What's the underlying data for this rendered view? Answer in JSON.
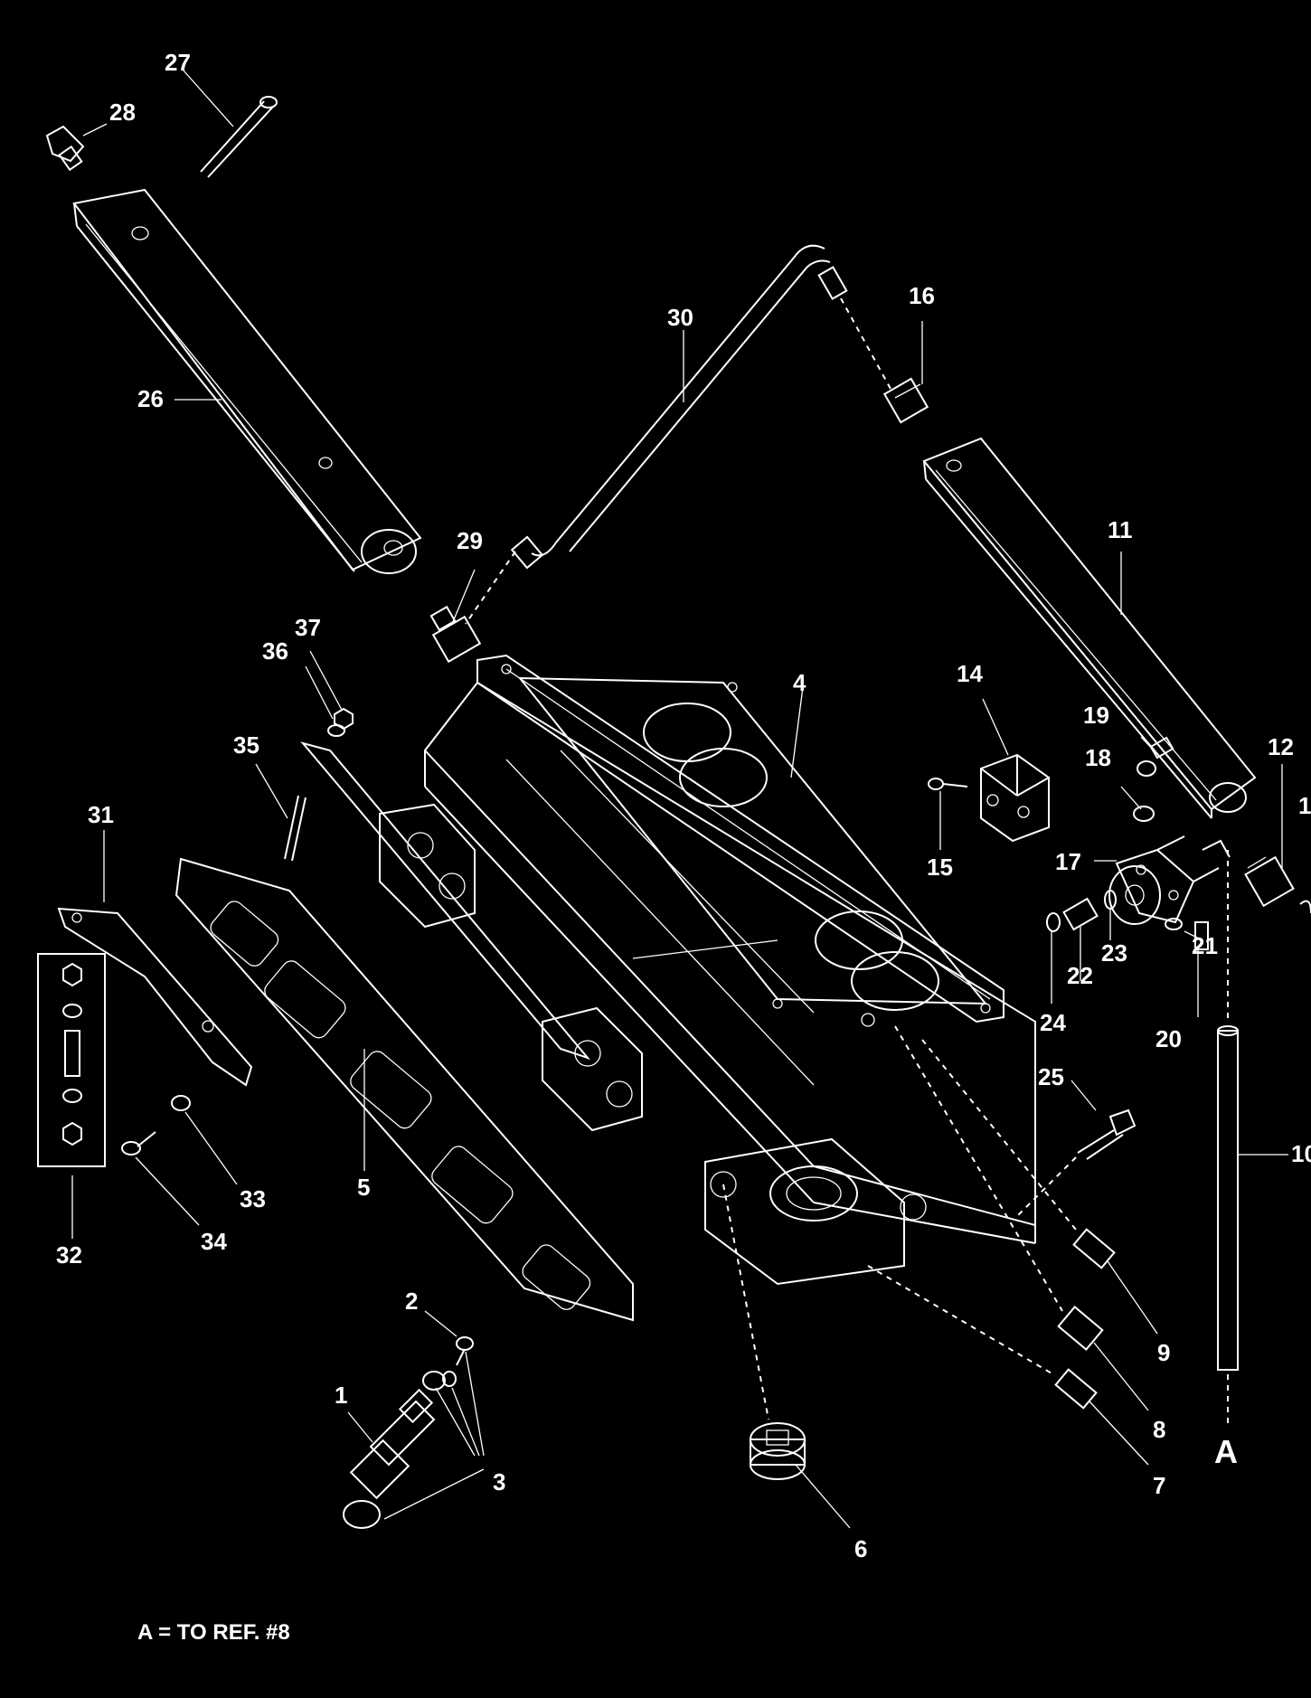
{
  "diagram": {
    "callouts": [
      "1",
      "2",
      "3",
      "4",
      "5",
      "6",
      "7",
      "8",
      "9",
      "10",
      "11",
      "12",
      "1",
      "14",
      "15",
      "16",
      "17",
      "18",
      "19",
      "20",
      "21",
      "22",
      "23",
      "24",
      "25",
      "26",
      "27",
      "28",
      "29",
      "30",
      "31",
      "32",
      "33",
      "34",
      "35",
      "36",
      "37"
    ],
    "ref_marker": "A",
    "footnote": "A = TO REF. #8",
    "colors": {
      "background": "#000000",
      "line": "#ffffff"
    }
  }
}
